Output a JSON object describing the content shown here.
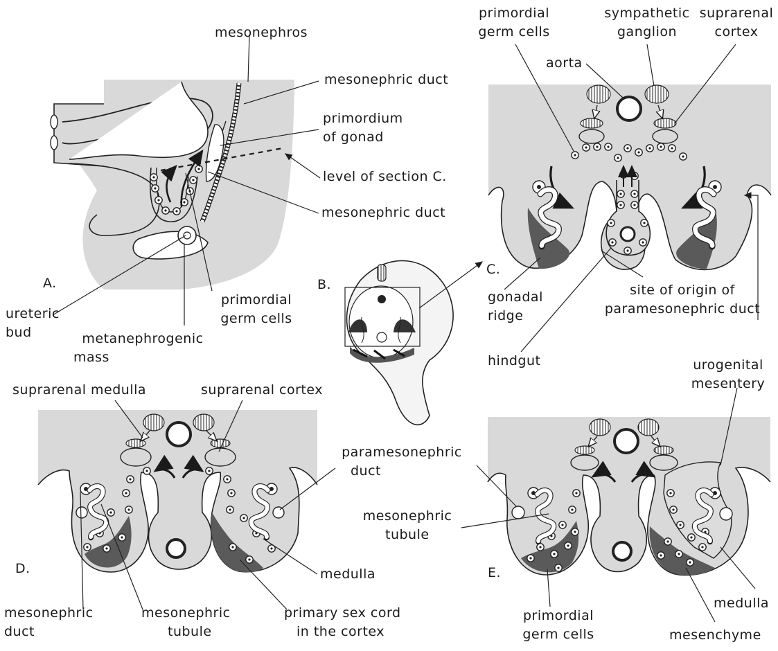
{
  "panels": {
    "a": "A.",
    "b": "B.",
    "c": "C.",
    "d": "D.",
    "e": "E."
  },
  "labels": {
    "mesonephros": "mesonephros",
    "mesonephric_duct_a1": "mesonephric duct",
    "primordium_of_gonad": [
      "primordium",
      "of gonad"
    ],
    "level_of_section_c": "level of section C.",
    "mesonephric_duct_a2": "mesonephric duct",
    "ureteric_bud": [
      "ureteric",
      "bud"
    ],
    "metanephrogenic_mass": [
      "metanephrogenic",
      "mass"
    ],
    "primordial_germ_cells_a": [
      "primordial",
      "germ cells"
    ],
    "primordial_germ_cells_c": [
      "primordial",
      "germ cells"
    ],
    "sympathetic_ganglion": [
      "sympathetic",
      "ganglion"
    ],
    "suprarenal_cortex_c": [
      "suprarenal",
      "cortex"
    ],
    "aorta": "aorta",
    "gonadal_ridge": [
      "gonadal",
      "ridge"
    ],
    "site_of_origin": [
      "site of origin of",
      "paramesonephric duct"
    ],
    "hindgut": "hindgut",
    "suprarenal_medulla": "suprarenal medulla",
    "suprarenal_cortex_d": "suprarenal cortex",
    "paramesonephric_duct": [
      "paramesonephric",
      "duct"
    ],
    "medulla_d": "medulla",
    "mesonephric_duct_d": [
      "mesonephric",
      "duct"
    ],
    "mesonephric_tubule_d": [
      "mesonephric",
      "tubule"
    ],
    "primary_sex_cord": [
      "primary sex cord",
      "in the cortex"
    ],
    "urogenital_mesentery": [
      "urogenital",
      "mesentery"
    ],
    "mesonephric_tubule_e": [
      "mesonephric",
      "tubule"
    ],
    "medulla_e": "medulla",
    "primordial_germ_cells_e": [
      "primordial",
      "germ cells"
    ],
    "mesenchyme": "mesenchyme"
  },
  "colors": {
    "tissue": "#d9d9d9",
    "dark_mesenchyme": "#5a5a5a",
    "ink": "#1a1a1a",
    "paper": "#ffffff"
  }
}
